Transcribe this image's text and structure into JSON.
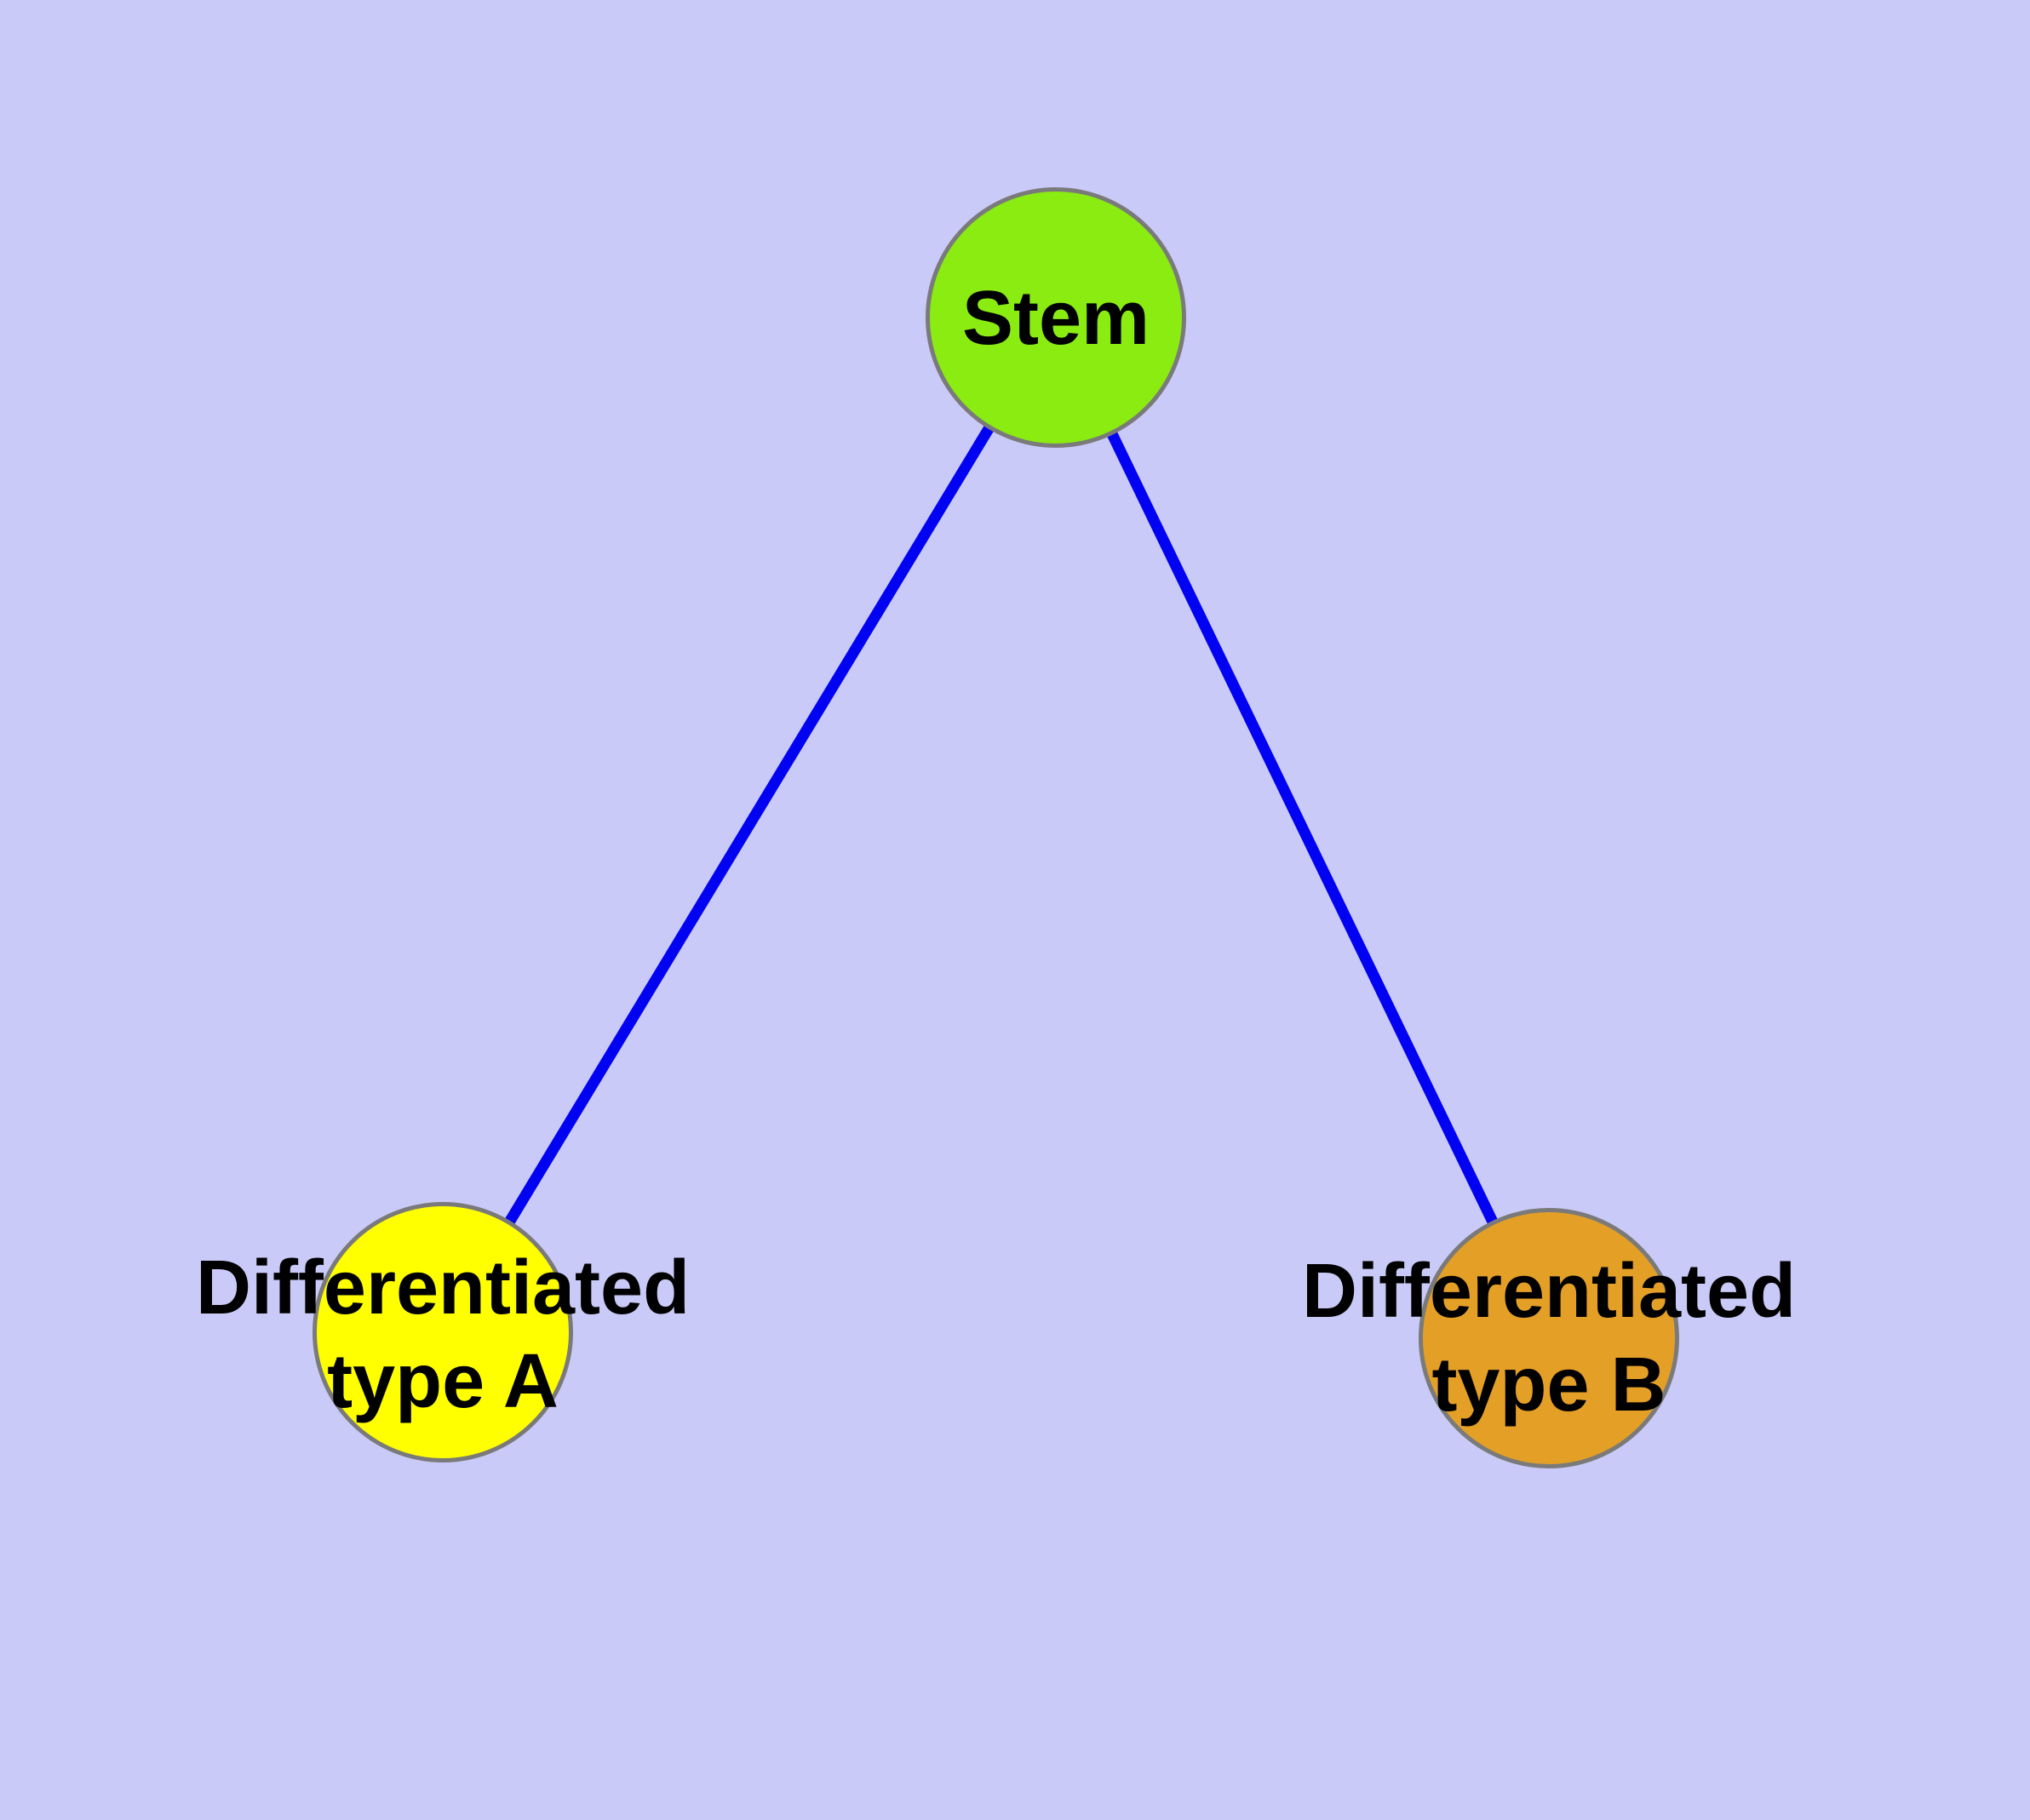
{
  "figure": {
    "type": "node-link-graph",
    "background_color": "#cacaf8",
    "edge_color": "#0202f2",
    "node_border_color": "#7a7a7a",
    "text_color": "#000000",
    "nodes": [
      {
        "id": "stem",
        "label": "Stem",
        "label_lines": [
          "Stem"
        ],
        "fill_color": "#8aec11"
      },
      {
        "id": "type-a",
        "label": "Differentiated type A",
        "label_lines": [
          "Differentiated",
          "type A"
        ],
        "fill_color": "#ffff00"
      },
      {
        "id": "type-b",
        "label": "Differentiated type B",
        "label_lines": [
          "Differentiated",
          "type B"
        ],
        "fill_color": "#e49f26"
      }
    ],
    "edges": [
      {
        "source": "Stem",
        "target": "Differentiated type A"
      },
      {
        "source": "Stem",
        "target": "Differentiated type B"
      }
    ]
  }
}
